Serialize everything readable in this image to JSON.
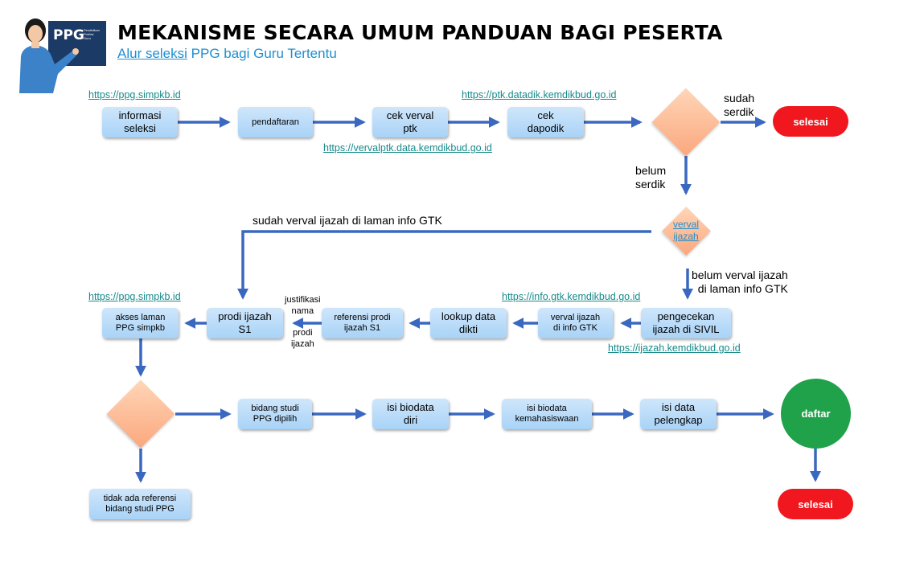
{
  "header": {
    "title": "MEKANISME SECARA UMUM PANDUAN BAGI PESERTA",
    "subtitle_link": "Alur seleksi",
    "subtitle_rest": " PPG bagi Guru Tertentu",
    "logo_text": "PPG",
    "logo_small": "Pendidikan\nProfesi\nGuru"
  },
  "links": {
    "simpkb_top": "https://ppg.simpkb.id",
    "ptk_datadik": "https://ptk.datadik.kemdikbud.go.id",
    "vervalptk": "https://vervalptk.data.kemdikbud.go.id",
    "simpkb_mid": "https://ppg.simpkb.id",
    "info_gtk": "https://info.gtk.kemdikbud.go.id",
    "ijazah": "https://ijazah.kemdikbud.go.id"
  },
  "row1": {
    "informasi": "informasi\nseleksi",
    "pendaftaran": "pendaftaran",
    "cek_verval": "cek verval\nptk",
    "cek_dapodik": "cek\ndapodik",
    "sudah_serdik": "sudah\nserdik",
    "selesai": "selesai",
    "belum_serdik": "belum\nserdik"
  },
  "row2": {
    "verval_ijazah": "verval\nijazah",
    "sudah_verval": "sudah verval ijazah di laman info GTK",
    "belum_verval": "belum verval ijazah\ndi laman info GTK",
    "pengecekan": "pengecekan\nijazah di SIVIL",
    "verval_info": "verval ijazah\ndi info GTK",
    "lookup": "lookup data\ndikti",
    "referensi": "referensi prodi\nijazah S1",
    "justifikasi": "justifikasi\nnama",
    "prodi_ijazah_label": "prodi\nijazah",
    "prodi_s1": "prodi ijazah\nS1",
    "akses": "akses laman\nPPG simpkb"
  },
  "row3": {
    "bidang": "bidang studi\nPPG dipilih",
    "biodata_diri": "isi biodata\ndiri",
    "biodata_mhs": "isi biodata\nkemahasiswaan",
    "pelengkap": "isi data\npelengkap",
    "daftar": "daftar",
    "selesai": "selesai",
    "tidak_ada": "tidak ada referensi\nbidang studi PPG"
  },
  "colors": {
    "box": "#a9d3f7",
    "arrow": "#3a68c0",
    "diamond": "#fba77d",
    "stop": "#f0171e",
    "go": "#1fa24a",
    "link": "#178a8a",
    "accent": "#1f8fd0"
  }
}
